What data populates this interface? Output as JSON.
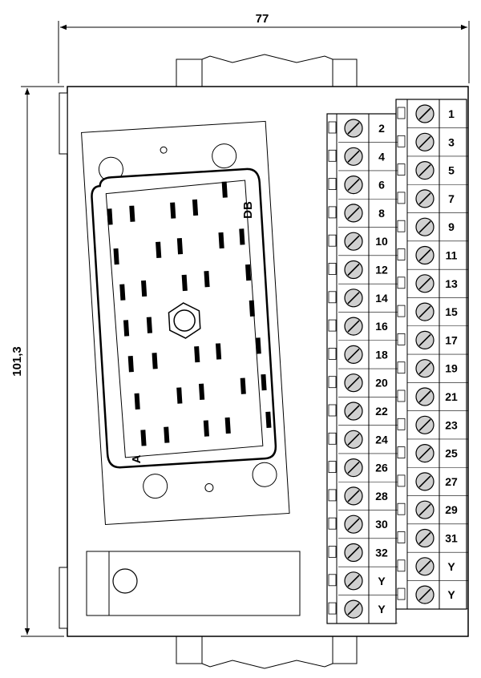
{
  "dimensions": {
    "width_label": "77",
    "height_label": "101,3"
  },
  "connector": {
    "label_db": "DB",
    "label_a": "A"
  },
  "terminals": {
    "left": [
      "2",
      "4",
      "6",
      "8",
      "10",
      "12",
      "14",
      "16",
      "18",
      "20",
      "22",
      "24",
      "26",
      "28",
      "30",
      "32",
      "Y",
      "Y"
    ],
    "right": [
      "1",
      "3",
      "5",
      "7",
      "9",
      "11",
      "13",
      "15",
      "17",
      "19",
      "21",
      "23",
      "25",
      "27",
      "29",
      "31",
      "Y",
      "Y"
    ]
  },
  "colors": {
    "stroke": "#000000",
    "body": "#ffffff",
    "screw": "#d0d0d0"
  }
}
